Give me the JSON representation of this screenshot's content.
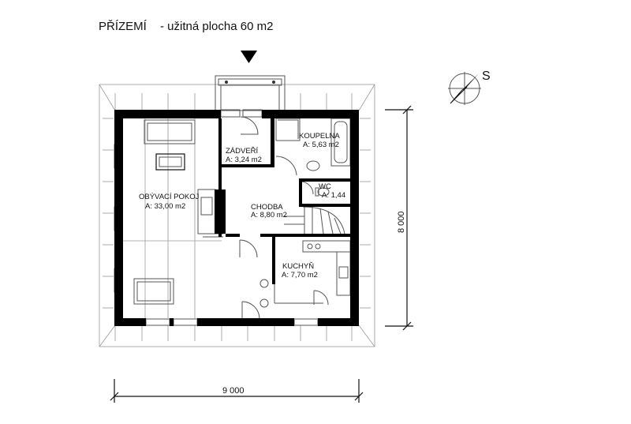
{
  "header": {
    "title": "PŘÍZEMÍ",
    "subtitle": "- užitná plocha  60 m2"
  },
  "compass": {
    "label": "S"
  },
  "rooms": [
    {
      "name": "ZÁDVEŘÍ",
      "area": "A: 3,24 m2"
    },
    {
      "name": "KOUPELNA",
      "area": "A: 5,63 m2"
    },
    {
      "name": "WC",
      "area": "A: 1,44"
    },
    {
      "name": "OBÝVACÍ POKOJ",
      "area": "A: 33,00 m2"
    },
    {
      "name": "CHODBA",
      "area": "A: 8,80 m2"
    },
    {
      "name": "KUCHYŇ",
      "area": "A: 7,70 m2"
    }
  ],
  "dimensions": {
    "width": "9 000",
    "height": "8 000"
  }
}
